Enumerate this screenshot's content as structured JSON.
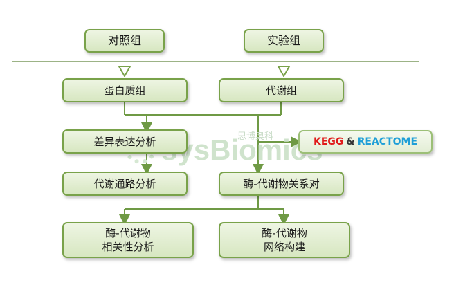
{
  "diagram": {
    "nodes": {
      "control": "对照组",
      "experiment": "实验组",
      "proteome": "蛋白质组",
      "metabolome": "代谢组",
      "diff_expr": "差异表达分析",
      "pathway": "代谢通路分析",
      "enzyme_pairs": "酶-代谢物关系对",
      "correlation_line1": "酶-代谢物",
      "correlation_line2": "相关性分析",
      "network_line1": "酶-代谢物",
      "network_line2": "网络构建"
    },
    "database_box": {
      "part1": "KEGG",
      "part2": "&",
      "part3": "REACTOME"
    }
  },
  "watermark": {
    "text": "sysBiomics",
    "cn_text": "思博奥科"
  },
  "colors": {
    "box_border": "#79a24a",
    "box_fill_top": "#eef5e3",
    "box_fill_bottom": "#d7e7c1",
    "connector": "#6f9a45",
    "kegg": "#e01b1b",
    "reactome": "#1f9fd7"
  }
}
